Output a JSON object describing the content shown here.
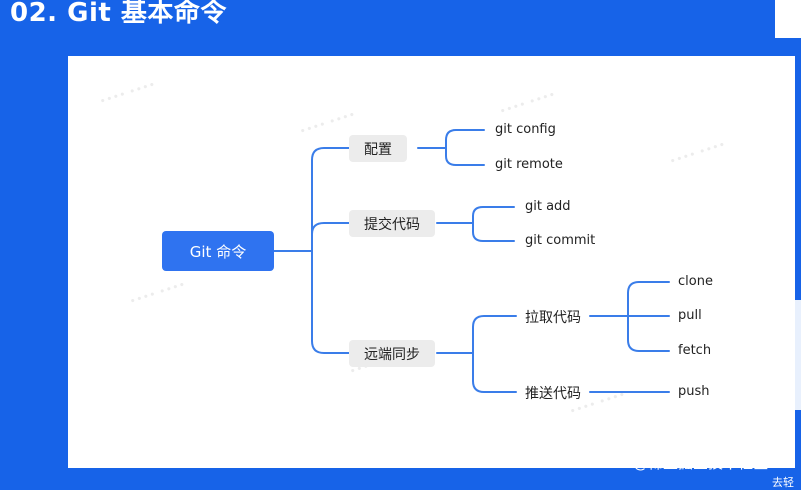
{
  "slide": {
    "title": "02. Git 基本命令",
    "credit": "@稀土掘金技术社区",
    "corner": "去轻"
  },
  "mindmap": {
    "root": "Git 命令",
    "branches": [
      {
        "label": "配置",
        "items": [
          "git config",
          "git remote"
        ]
      },
      {
        "label": "提交代码",
        "items": [
          "git add",
          "git commit"
        ]
      },
      {
        "label": "远端同步",
        "groups": [
          {
            "label": "拉取代码",
            "items": [
              "clone",
              "pull",
              "fetch"
            ]
          },
          {
            "label": "推送代码",
            "items": [
              "push"
            ]
          }
        ]
      }
    ]
  },
  "colors": {
    "background": "#1763e8",
    "accent": "#2f73f0",
    "connector": "#3a7de9",
    "category_fill": "#ececec"
  }
}
